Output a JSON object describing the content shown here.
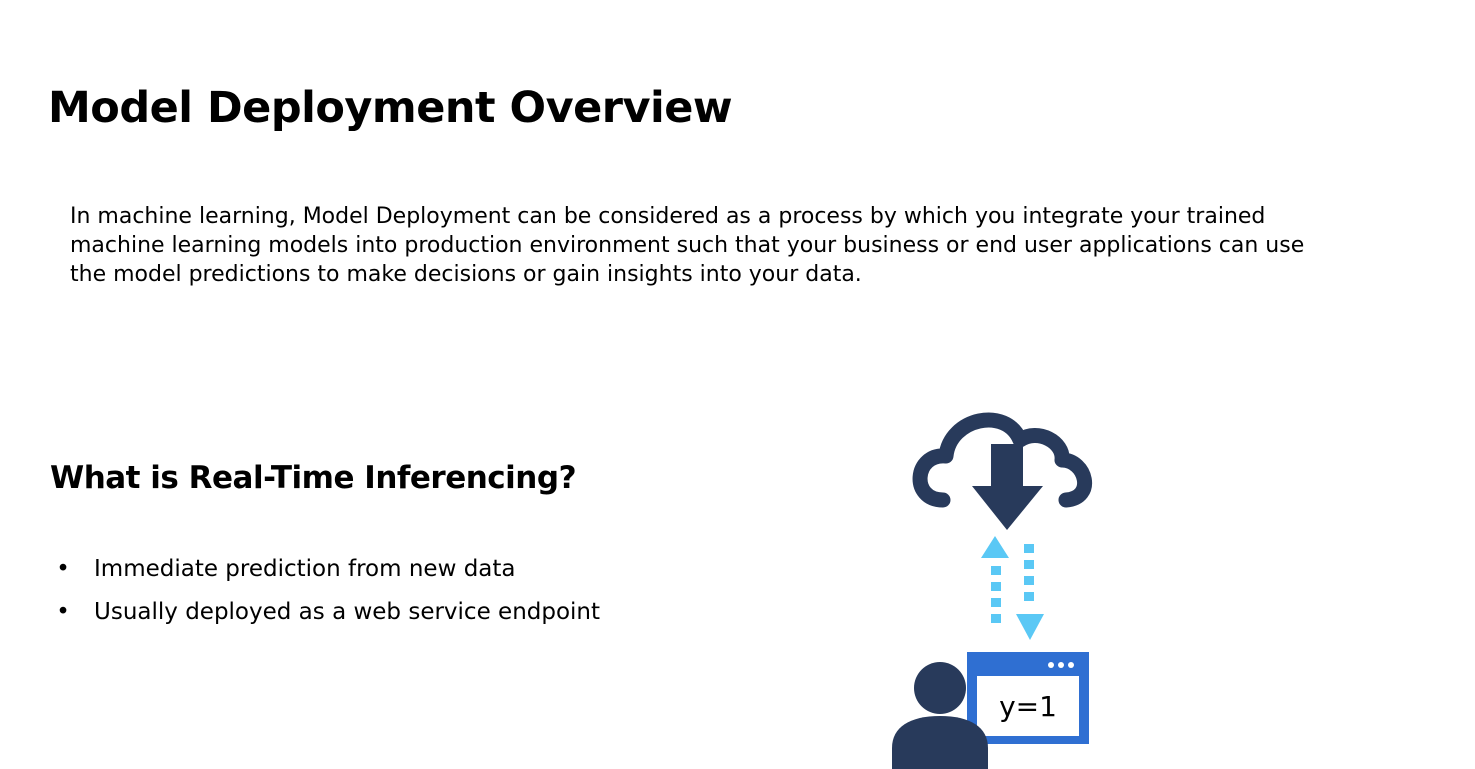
{
  "slide": {
    "title": "Model Deployment Overview",
    "intro": "In machine learning, Model Deployment can be considered as a process by which you integrate your trained machine learning models into production environment such that your business or end user applications can use the model predictions to make decisions or gain insights into your data.",
    "section_title": "What is Real-Time Inferencing?",
    "bullets": [
      {
        "marker": "•",
        "text": "Immediate prediction from new data"
      },
      {
        "marker": "•",
        "text": "Usually deployed as a web service endpoint"
      }
    ]
  },
  "illustration": {
    "icons": [
      "cloud-download-icon",
      "request-arrow-up-icon",
      "response-arrow-down-icon",
      "user-icon",
      "app-window-icon"
    ],
    "window_text": "y=1",
    "colors": {
      "navy": "#283a5b",
      "light_blue": "#5ac8f5",
      "window_blue": "#2f6fd2"
    }
  }
}
